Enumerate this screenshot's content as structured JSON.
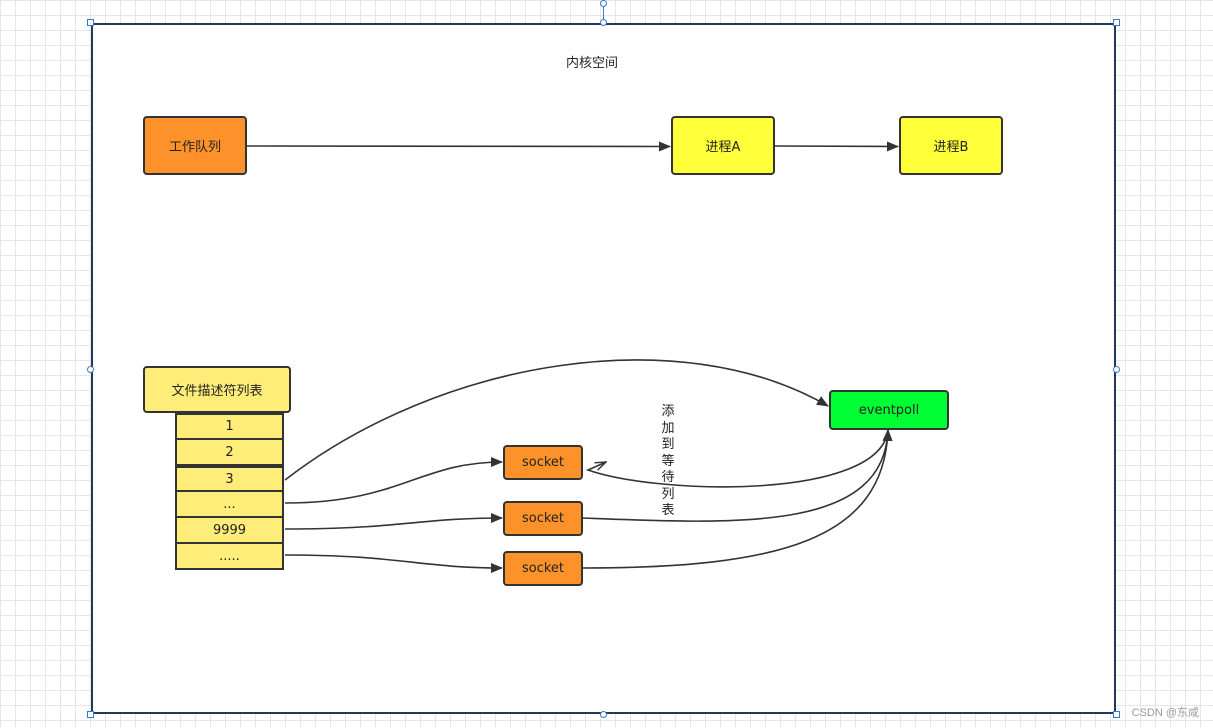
{
  "container": {
    "title": "内核空间"
  },
  "top_row": {
    "work_queue": "工作队列",
    "process_a": "进程A",
    "process_b": "进程B"
  },
  "fd_table": {
    "header": "文件描述符列表",
    "rows": [
      "1",
      "2",
      "3",
      "...",
      "9999",
      "....."
    ]
  },
  "sockets": [
    "socket",
    "socket",
    "socket"
  ],
  "eventpoll": "eventpoll",
  "wait_annotation": "添加到等待列表",
  "watermark": "CSDN @东咸",
  "colors": {
    "orange": "#fe922a",
    "yellow": "#ffff3a",
    "green": "#00ff33",
    "pale_yellow": "#ffed7a",
    "frame_border": "#1f3a5a"
  }
}
